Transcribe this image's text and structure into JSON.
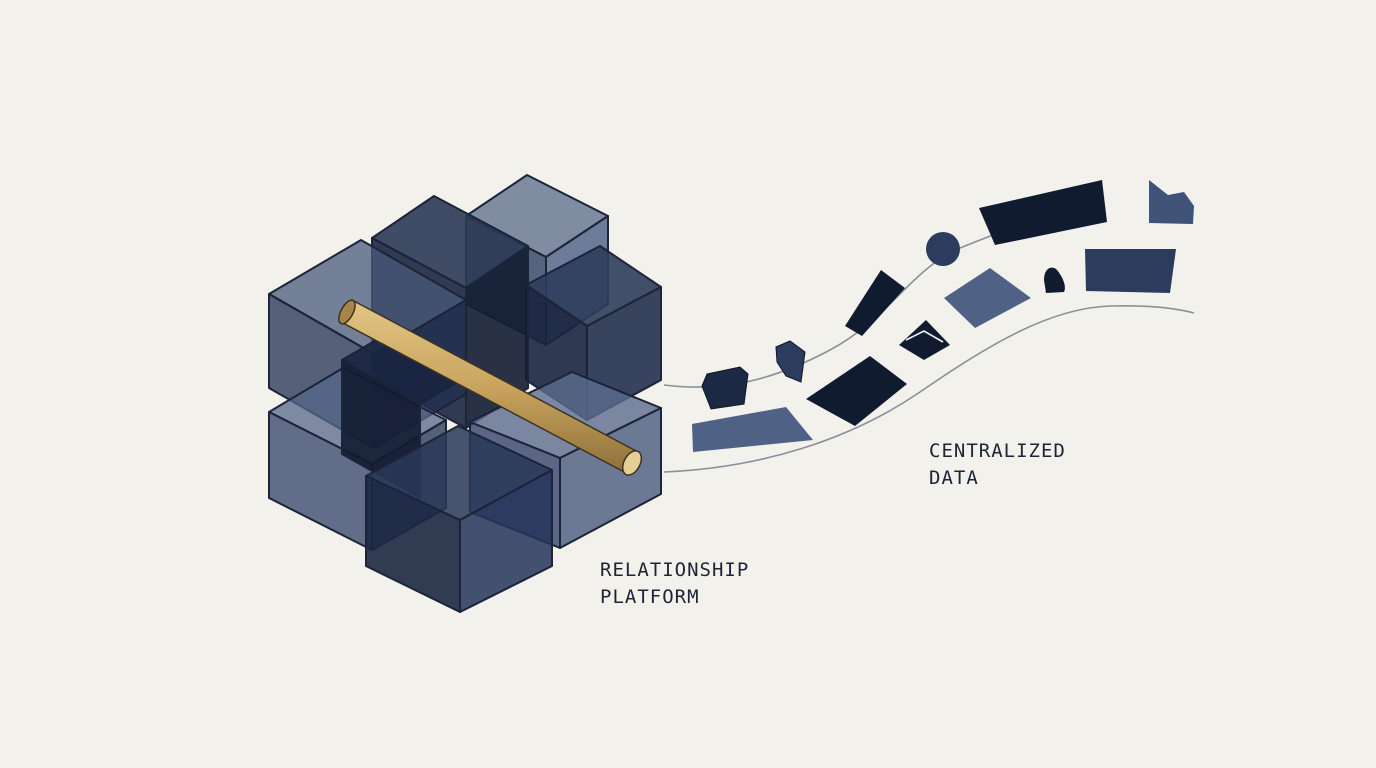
{
  "labels": {
    "platform": {
      "line1": "RELATIONSHIP",
      "line2": "PLATFORM"
    },
    "centralized": {
      "line1": "CENTRALIZED",
      "line2": "DATA"
    }
  },
  "colors": {
    "background": "#f2f1ec",
    "navy_dark": "#111b30",
    "navy_mid": "#2c3c5e",
    "slate": "#4f6286",
    "outline": "#1b2438",
    "rod_gold": "#c9a45e",
    "curve_line": "#8a8f99"
  },
  "icons": [
    "envelope-icon",
    "bookmark-icon",
    "circle-node-icon",
    "folder-icon"
  ]
}
